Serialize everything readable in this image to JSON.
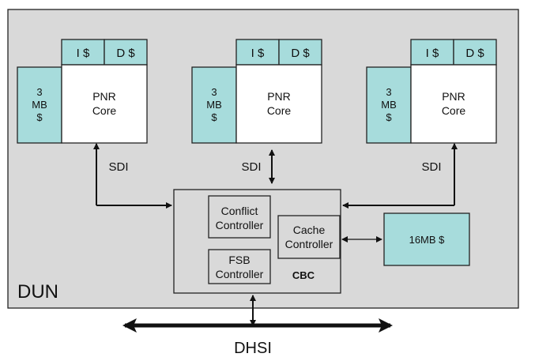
{
  "diagram": {
    "container_label": "DUN",
    "bus_label": "DHSI",
    "cores": [
      {
        "icache": "I $",
        "dcache": "D $",
        "l2_lines": [
          "3",
          "MB",
          "$"
        ],
        "core_lines": [
          "PNR",
          "Core"
        ],
        "link_label": "SDI"
      },
      {
        "icache": "I $",
        "dcache": "D $",
        "l2_lines": [
          "3",
          "MB",
          "$"
        ],
        "core_lines": [
          "PNR",
          "Core"
        ],
        "link_label": "SDI"
      },
      {
        "icache": "I $",
        "dcache": "D $",
        "l2_lines": [
          "3",
          "MB",
          "$"
        ],
        "core_lines": [
          "PNR",
          "Core"
        ],
        "link_label": "SDI"
      }
    ],
    "cbc": {
      "label": "CBC",
      "conflict_lines": [
        "Conflict",
        "Controller"
      ],
      "fsb_lines": [
        "FSB",
        "Controller"
      ],
      "cache_ctrl_lines": [
        "Cache",
        "Controller"
      ]
    },
    "l3_cache": "16MB $",
    "colors": {
      "cache_fill": "#a7dcdc",
      "container_fill": "#d9d9d9",
      "box_fill": "#ffffff"
    }
  }
}
